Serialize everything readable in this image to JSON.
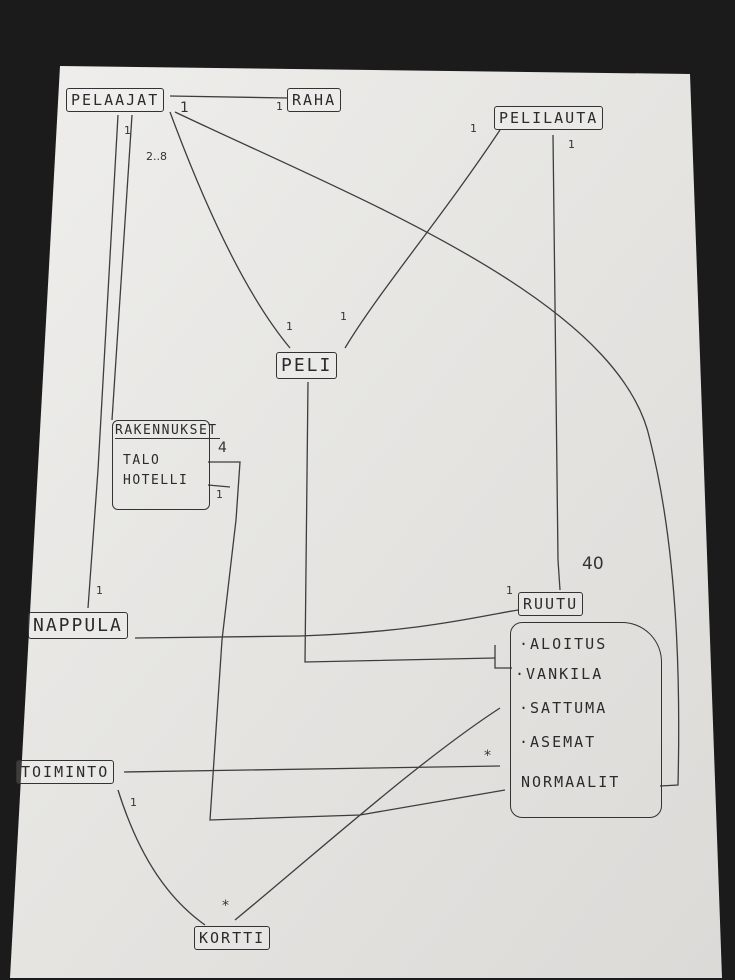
{
  "nodes": {
    "pelaajat": "PELAAJAT",
    "raha": "RAHA",
    "pelilauta": "PELILAUTA",
    "peli": "PELI",
    "rakennukset": "RAKENNUKSET",
    "talo": "TALO",
    "hotelli": "HOTELLI",
    "nappula": "NAPPULA",
    "ruutu": "RUUTU",
    "toiminto": "TOIMINTO",
    "kortti": "KORTTI"
  },
  "ruutu_items": [
    "·ALOITUS",
    "·VANKILA",
    "·SATTUMA",
    "·ASEMAT",
    "NORMAALIT"
  ],
  "multiplicities": {
    "pelaajat_raha_a": "1",
    "pelaajat_raha_b": "1",
    "pelaajat_nappula": "1",
    "pelaajat_peli": "2..8",
    "peli_left": "1",
    "peli_right": "1",
    "pelilauta_left": "1",
    "pelilauta_right": "1",
    "ruutu_count": "40",
    "rakennukset_4": "4",
    "rakennukset_1": "1",
    "nappula_1": "1",
    "ruutu_1": "1",
    "toiminto_1": "1",
    "star_sattuma": "*",
    "star_kortti": "*"
  },
  "colors": {
    "paper": "#ecebe8",
    "ink": "#3a3a3a",
    "background": "#1b1b1b"
  }
}
